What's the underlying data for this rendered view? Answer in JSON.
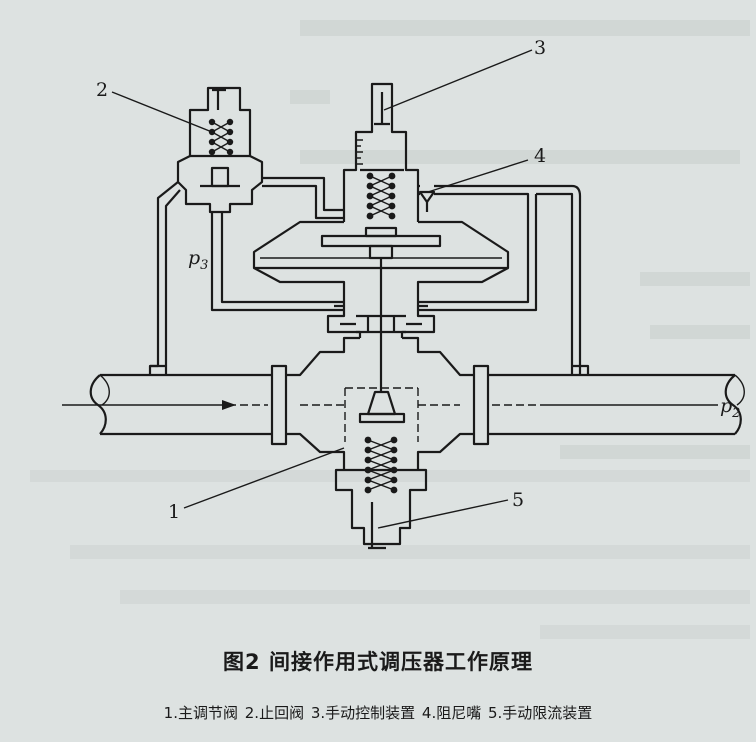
{
  "figure": {
    "title": "图2 间接作用式调压器工作原理",
    "legend": "1.主调节阀 2.止回阀 3.手动控制装置 4.阻尼嘴 5.手动限流装置"
  },
  "labels": {
    "n1": "1",
    "n2": "2",
    "n3": "3",
    "n4": "4",
    "n5": "5",
    "p3": "p",
    "p3_sub": "3",
    "p2": "p",
    "p2_sub": "2"
  },
  "colors": {
    "background": "#dde2e1",
    "ink": "#1a1a1a"
  }
}
